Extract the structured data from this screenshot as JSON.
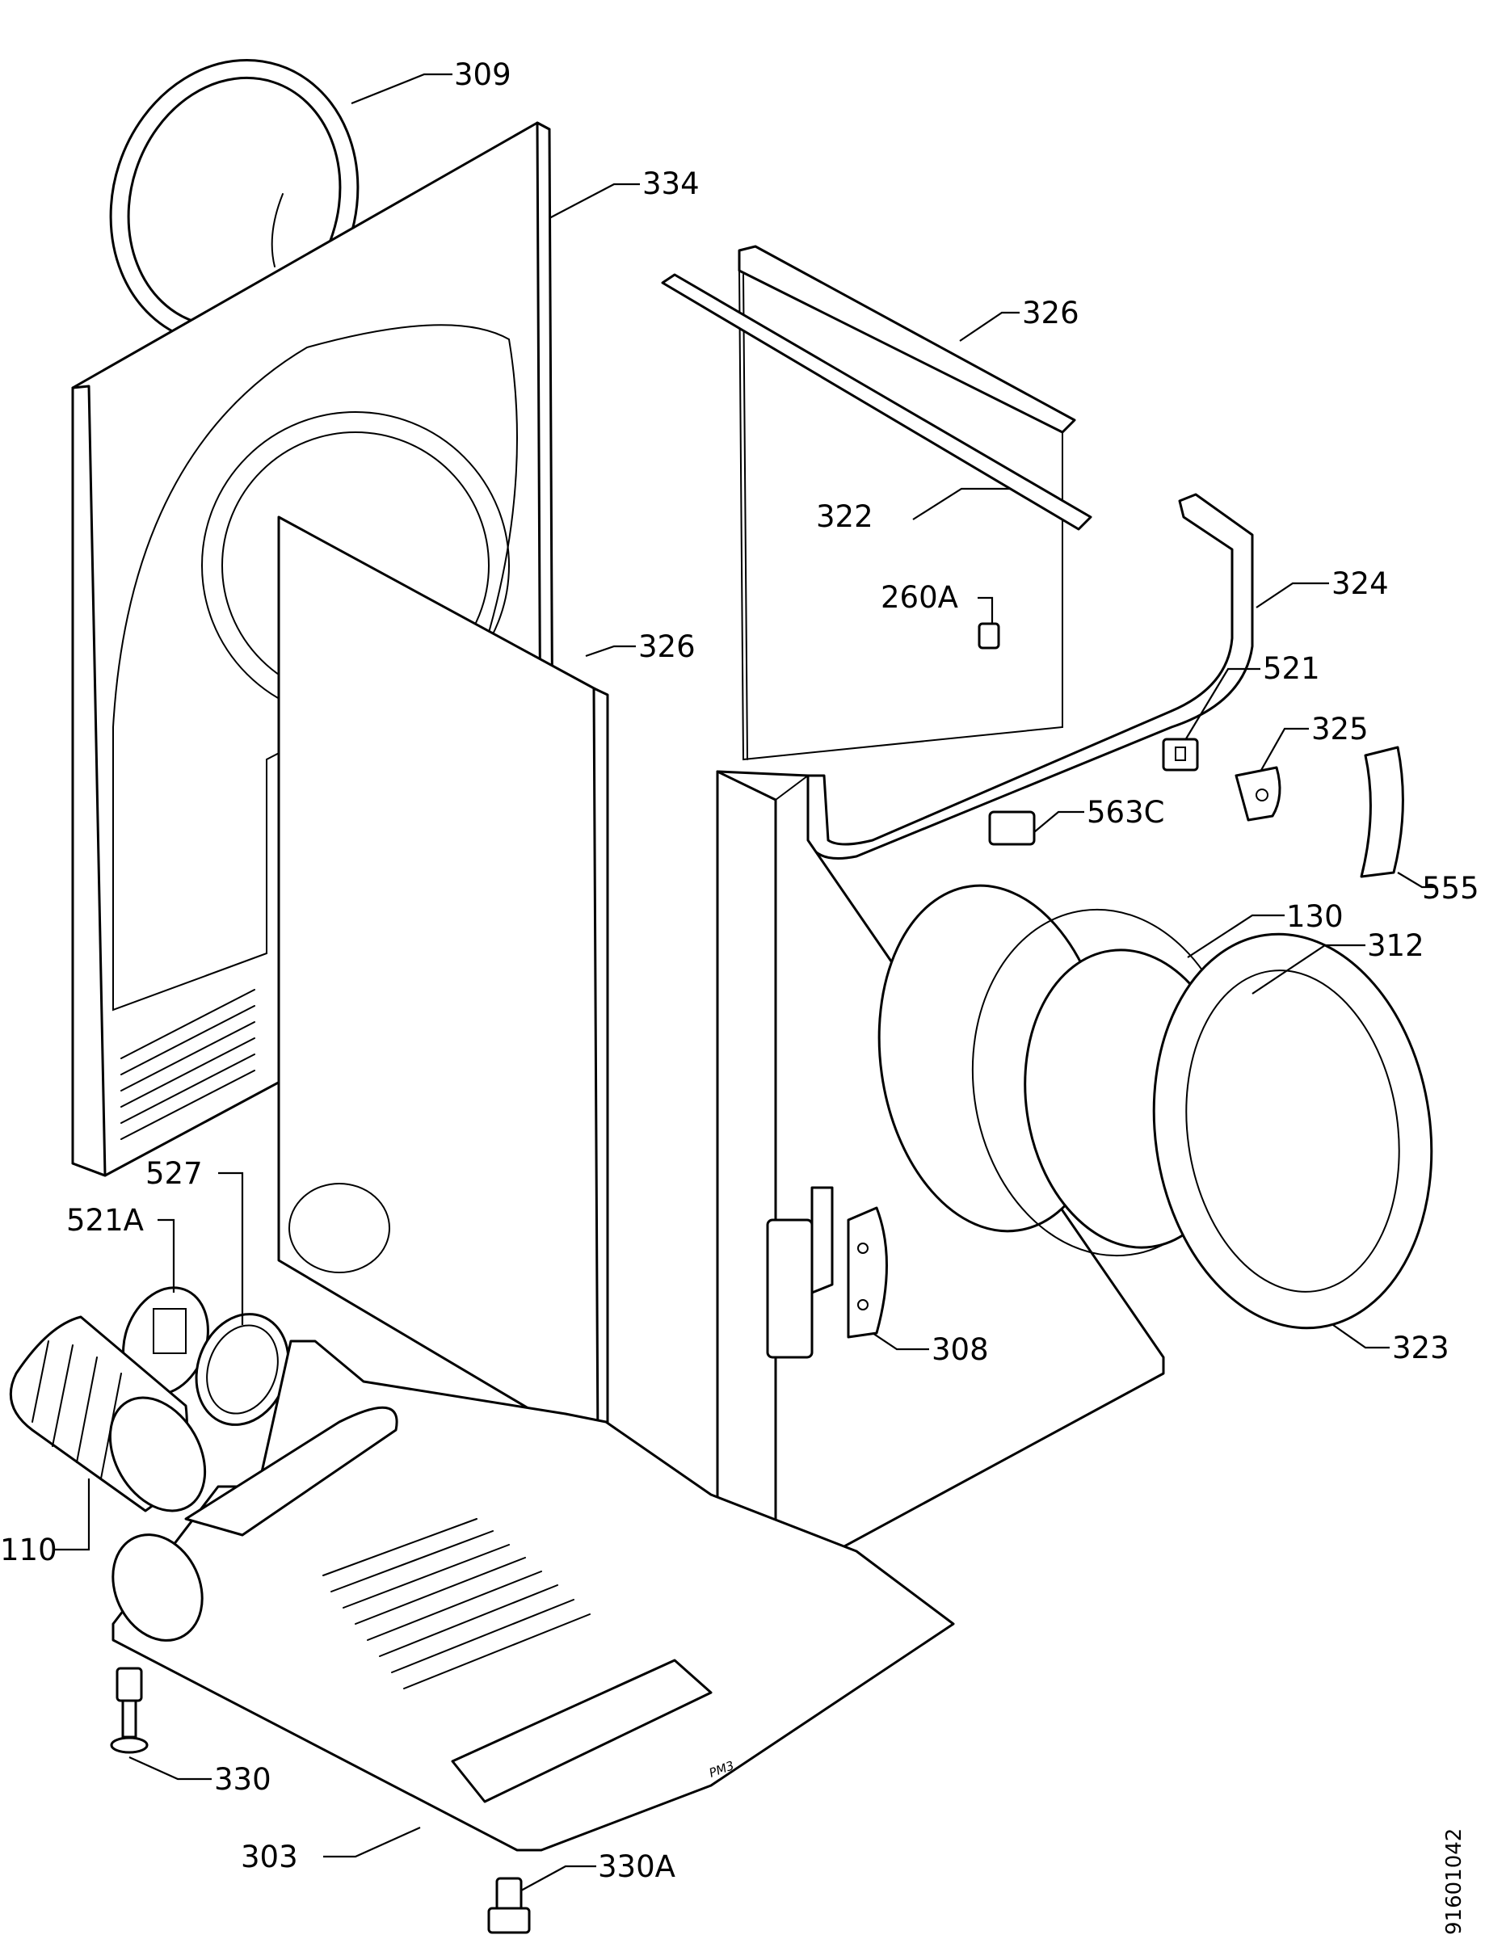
{
  "callouts": {
    "c309": "309",
    "c334": "334",
    "c326a": "326",
    "c322": "322",
    "c260A": "260A",
    "c324": "324",
    "c326b": "326",
    "c521": "521",
    "c325": "325",
    "c563C": "563C",
    "c555": "555",
    "c130": "130",
    "c312": "312",
    "c527": "527",
    "c521A": "521A",
    "c308": "308",
    "c323": "323",
    "c110": "110",
    "c330": "330",
    "c303": "303",
    "c330A": "330A"
  },
  "base_mark": "PM3",
  "document_id": "91601042"
}
